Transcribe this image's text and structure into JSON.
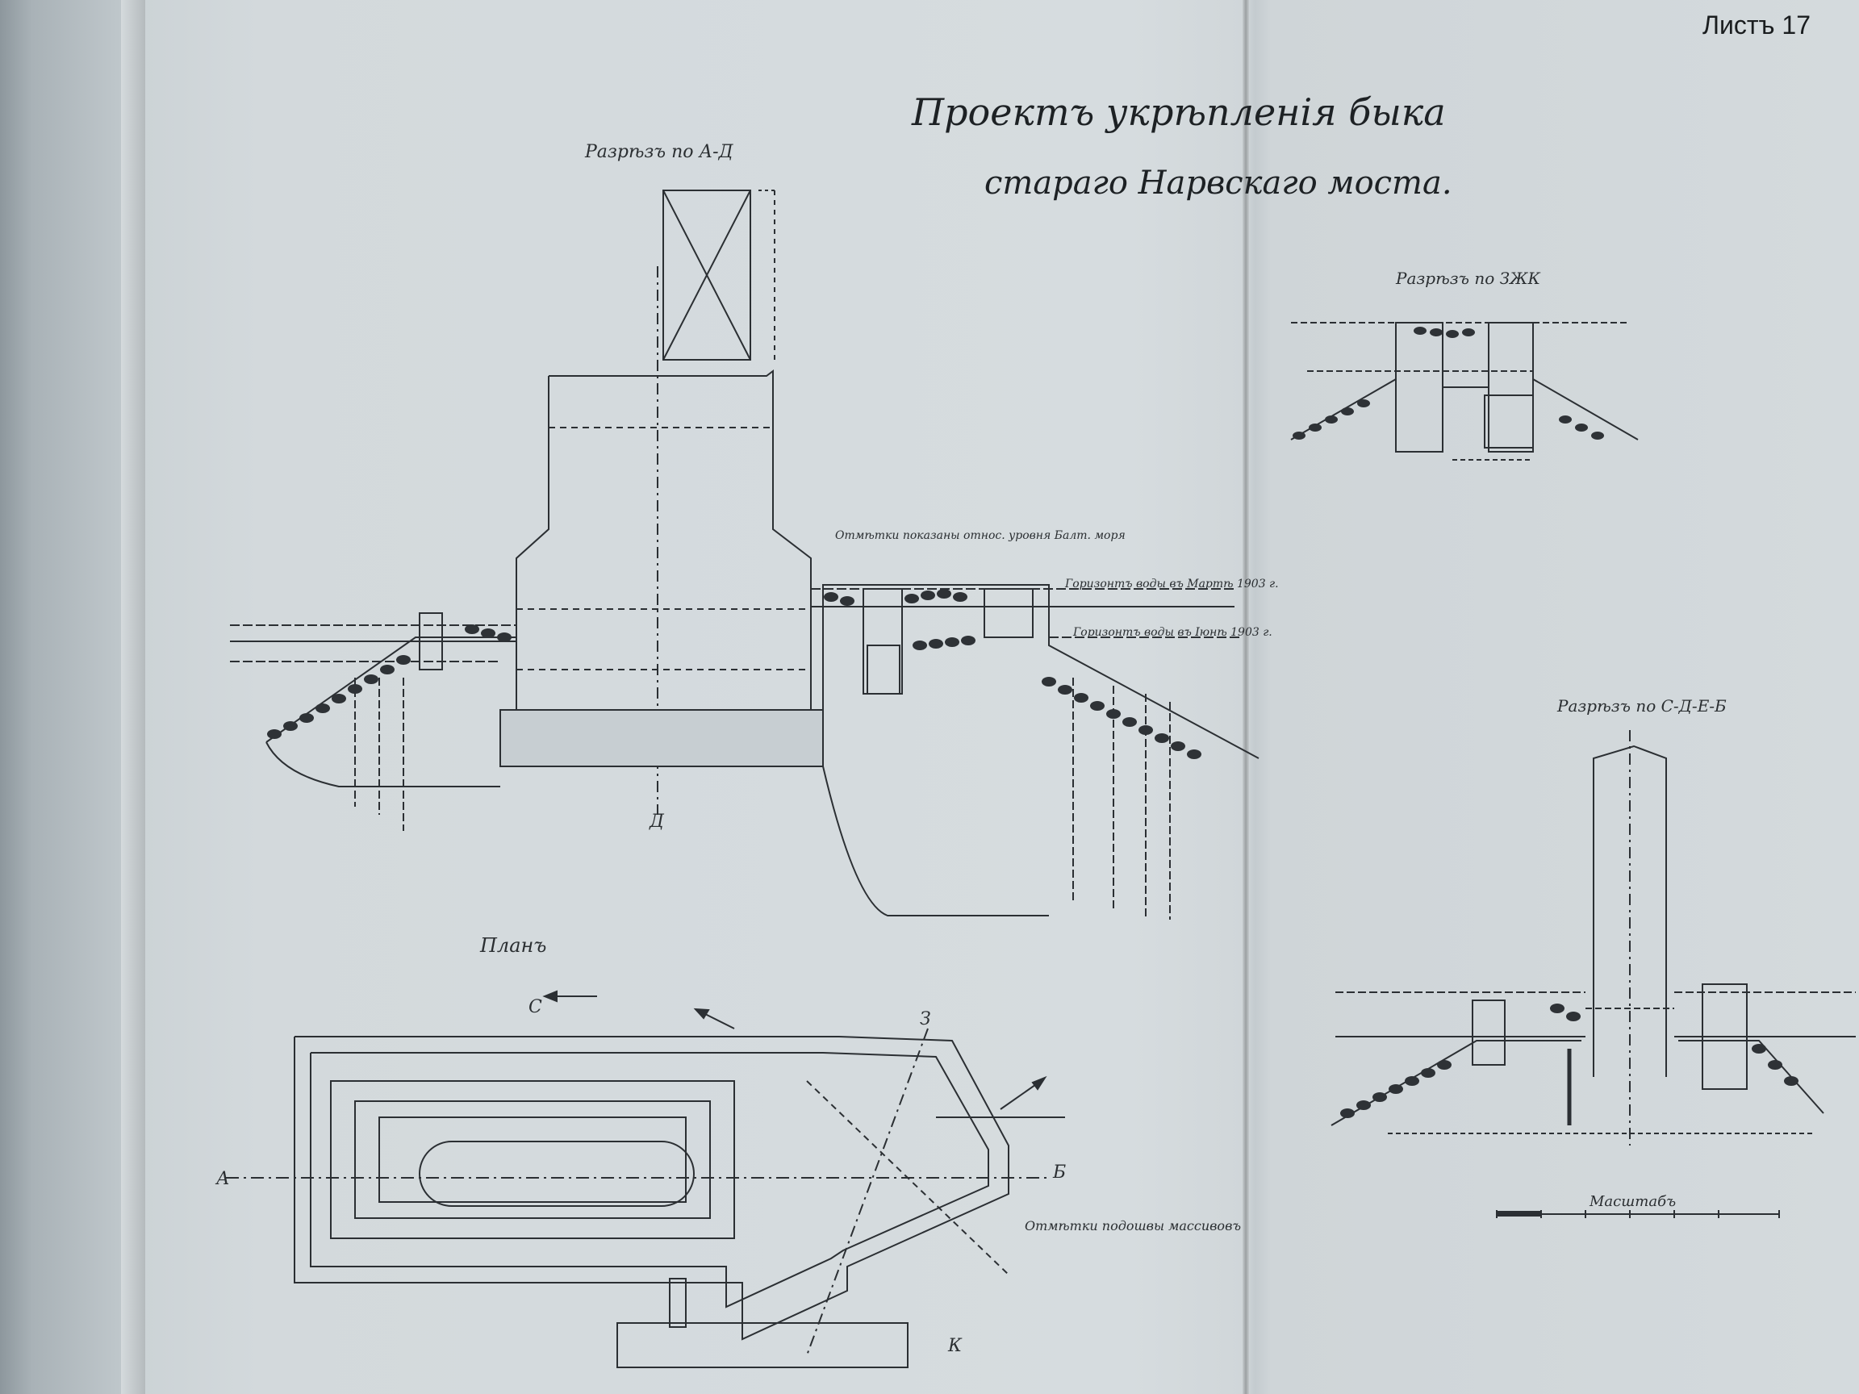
{
  "sheet_label": "Листъ 17",
  "title": {
    "line1": "Проектъ укрѣпленія быка",
    "line2": "стараго Нарвскаго моста."
  },
  "sections": {
    "ad": "Разрѣзъ по А-Д",
    "zhk": "Разрѣзъ по ЗЖК",
    "sdeb": "Разрѣзъ по С-Д-Е-Б",
    "plan": "Планъ"
  },
  "notes": {
    "water_march": "Горизонтъ воды въ Мартѣ 1903 г.",
    "water_june": "Горизонтъ воды въ Іюнѣ 1903 г.",
    "marks_note": "Отмѣтки показаны относ. уровня Балт. моря",
    "plan_note": "Отмѣтки подошвы массивовъ"
  },
  "scale_label": "Масштабъ",
  "point_labels": {
    "a": "А",
    "b": "Б",
    "c": "С",
    "d": "Д",
    "z": "З",
    "k": "К"
  }
}
